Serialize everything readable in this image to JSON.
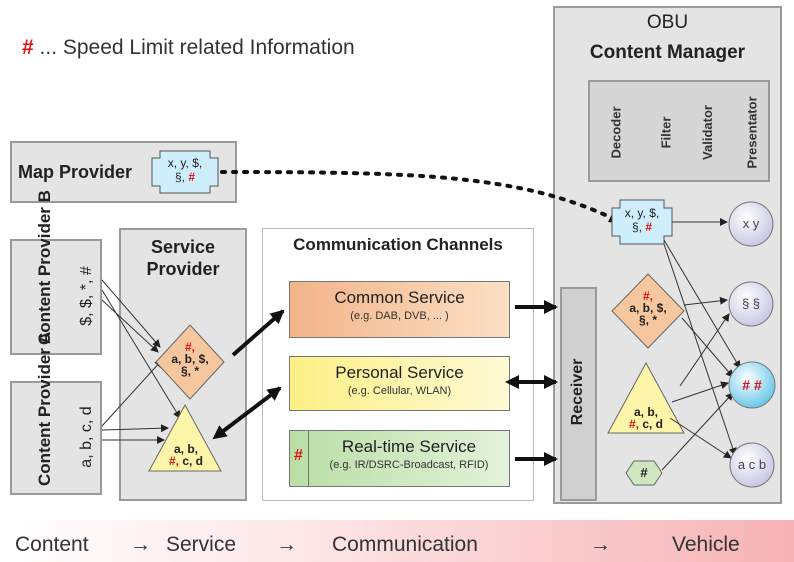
{
  "legend": {
    "symbol": "#",
    "text": "... Speed Limit related Information"
  },
  "obu": {
    "title": "OBU",
    "subtitle": "Content Manager",
    "modules": [
      "Decoder",
      "Filter",
      "Validator",
      "Presentator"
    ]
  },
  "map_provider": {
    "label": "Map Provider",
    "symbols_line1": "x, y, $,",
    "symbols_line2": "§,",
    "hash": "#"
  },
  "content_provider_b": {
    "title": "Content Provider B",
    "symbols": "$, $, *, #"
  },
  "content_provider_a": {
    "title": "Content Provider A",
    "symbols": "a, b, c, d"
  },
  "service_provider": {
    "label": "Service Provider",
    "diamond": {
      "hash": "#,",
      "line2": "a, b, $,",
      "line3": "§, *"
    },
    "triangle": {
      "line1": "a, b,",
      "hash": "#,",
      "line2": "c, d"
    }
  },
  "channels": {
    "title": "Communication Channels",
    "items": [
      {
        "title": "Common Service",
        "subtitle": "(e.g. DAB, DVB, ... )",
        "color": "#f6c79e"
      },
      {
        "title": "Personal Service",
        "subtitle": "(e.g. Cellular, WLAN)",
        "color": "#fdf5a9"
      },
      {
        "title": "Real-time Service",
        "subtitle": "(e.g. IR/DSRC-Broadcast, RFID)",
        "color": "#cfe7c0",
        "hash": "#"
      }
    ]
  },
  "receiver": {
    "label": "Receiver"
  },
  "obu_shapes": {
    "cross": {
      "line1": "x, y, $,",
      "line2": "§,",
      "hash": "#"
    },
    "diamond": {
      "hash": "#,",
      "line2": "a, b, $,",
      "line3": "§, *"
    },
    "triangle": {
      "line1": "a, b,",
      "hash": "#,",
      "line2": "c, d"
    },
    "hexagon": {
      "hash": "#"
    }
  },
  "outputs": [
    {
      "text": "x y"
    },
    {
      "text": "§ §"
    },
    {
      "text": "# #"
    },
    {
      "text": "a c b"
    }
  ],
  "flow": [
    "Content",
    "→",
    "Service",
    "→",
    "Communication",
    "→",
    "Vehicle"
  ],
  "colors": {
    "accent": "#e01010",
    "orange": "#f6c79e",
    "yellow": "#fdf5a9",
    "green": "#cfe7c0",
    "blue": "#cdeefa",
    "lavender": "#dcdcf0"
  }
}
